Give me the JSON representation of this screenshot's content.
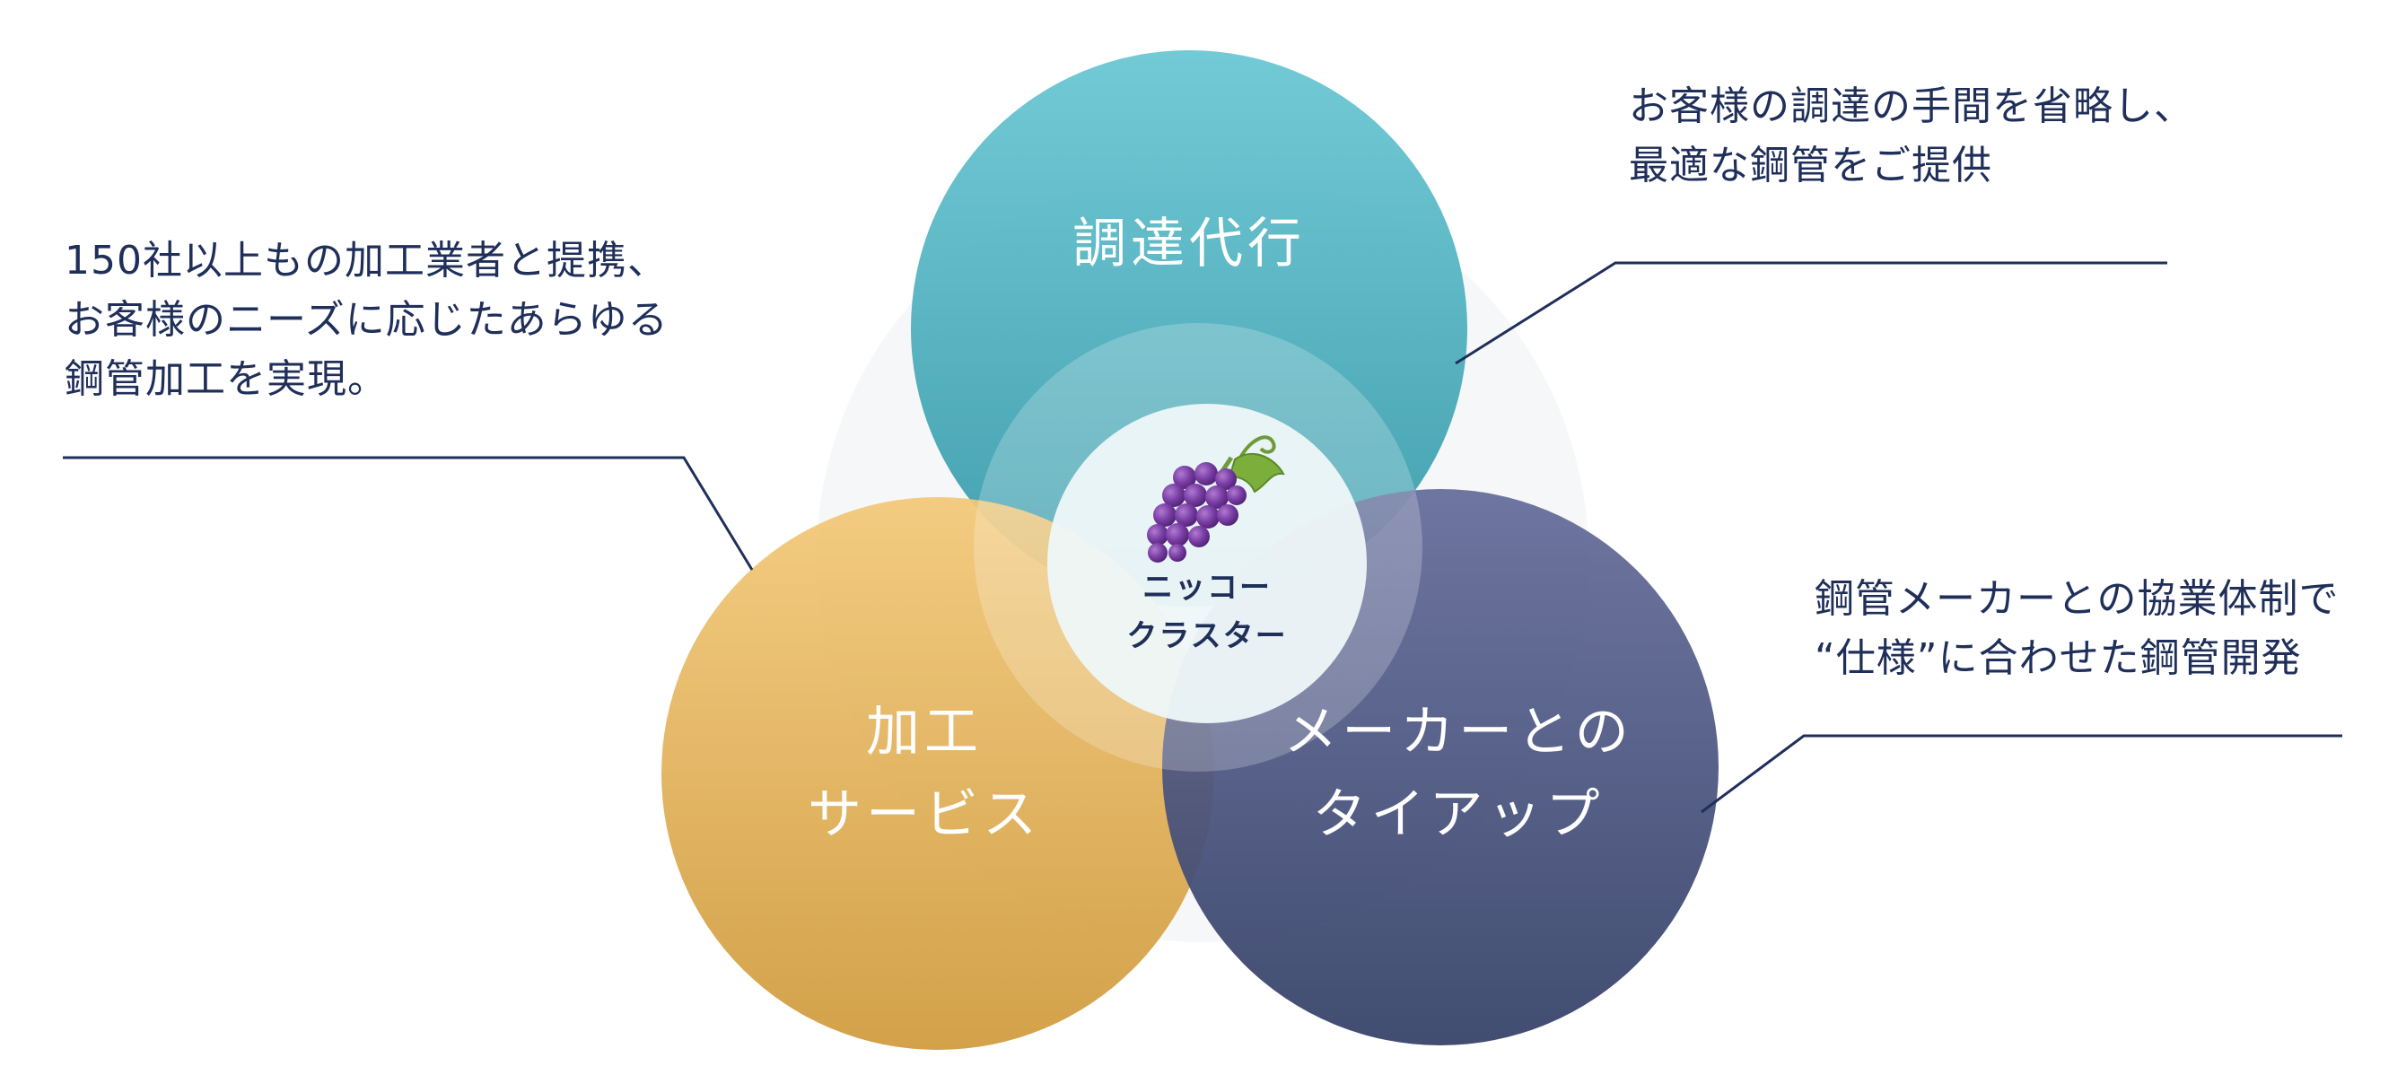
{
  "colors": {
    "teal": "#4fb2c1",
    "gold": "#e2b257",
    "navy": "#44507e",
    "text_dark": "#1f2f5a",
    "leader_line": "#1f2f5a",
    "center_fill": "#eef7f8"
  },
  "circles": {
    "procurement": {
      "label": "調達代行"
    },
    "processing": {
      "line1": "加工",
      "line2": "サービス"
    },
    "maker": {
      "line1": "メーカーとの",
      "line2": "タイアップ"
    }
  },
  "center": {
    "icon": "grape-cluster-icon",
    "line1": "ニッコー",
    "line2": "クラスター"
  },
  "descriptions": {
    "procurement": {
      "line1": "お客様の調達の手間を省略し、",
      "line2": "最適な鋼管をご提供"
    },
    "processing": {
      "line1": "150社以上もの加工業者と提携、",
      "line2": "お客様のニーズに応じたあらゆる",
      "line3": "鋼管加工を実現。"
    },
    "maker": {
      "line1": "鋼管メーカーとの協業体制で",
      "line2": "“仕様”に合わせた鋼管開発"
    }
  }
}
